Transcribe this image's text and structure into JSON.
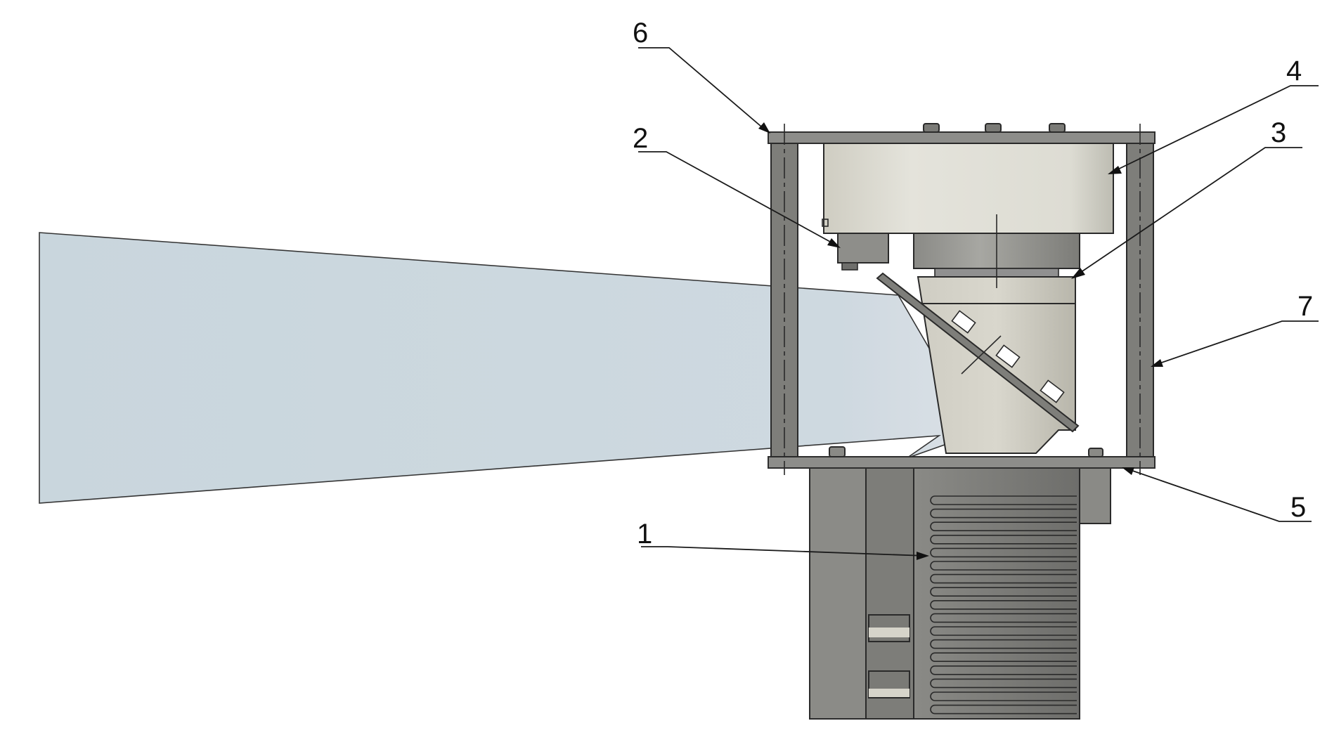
{
  "drawing": {
    "callouts": [
      {
        "id": "1",
        "label": "1"
      },
      {
        "id": "2",
        "label": "2"
      },
      {
        "id": "3",
        "label": "3"
      },
      {
        "id": "4",
        "label": "4"
      },
      {
        "id": "5",
        "label": "5"
      },
      {
        "id": "6",
        "label": "6"
      },
      {
        "id": "7",
        "label": "7"
      }
    ]
  },
  "colors": {
    "beam": "#c9d6df",
    "frame": "#8d8d8a",
    "housing_light": "#dcdbd2",
    "body_dark": "#7a7a77"
  }
}
